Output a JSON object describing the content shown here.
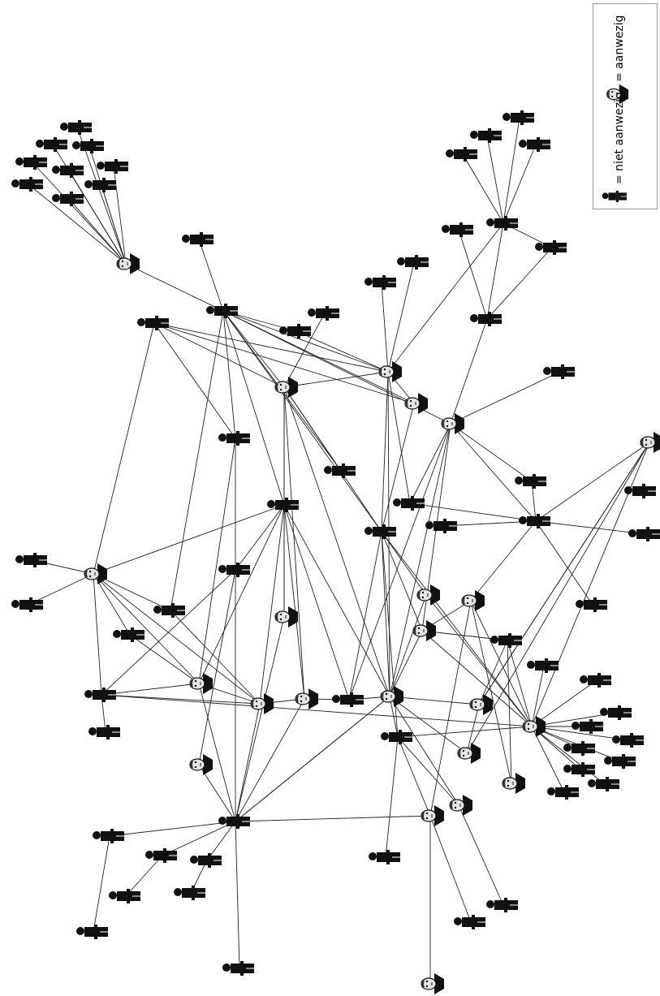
{
  "legend": {
    "present_label": "= aanwezig",
    "absent_label": "= niet aanwezig"
  },
  "diagram": {
    "type": "network",
    "node_types": {
      "present": "face icon",
      "absent": "silhouette icon"
    },
    "colors": {
      "edge": "#222222",
      "absent_fill": "#111111",
      "present_fill": "#e6e6e6"
    }
  }
}
